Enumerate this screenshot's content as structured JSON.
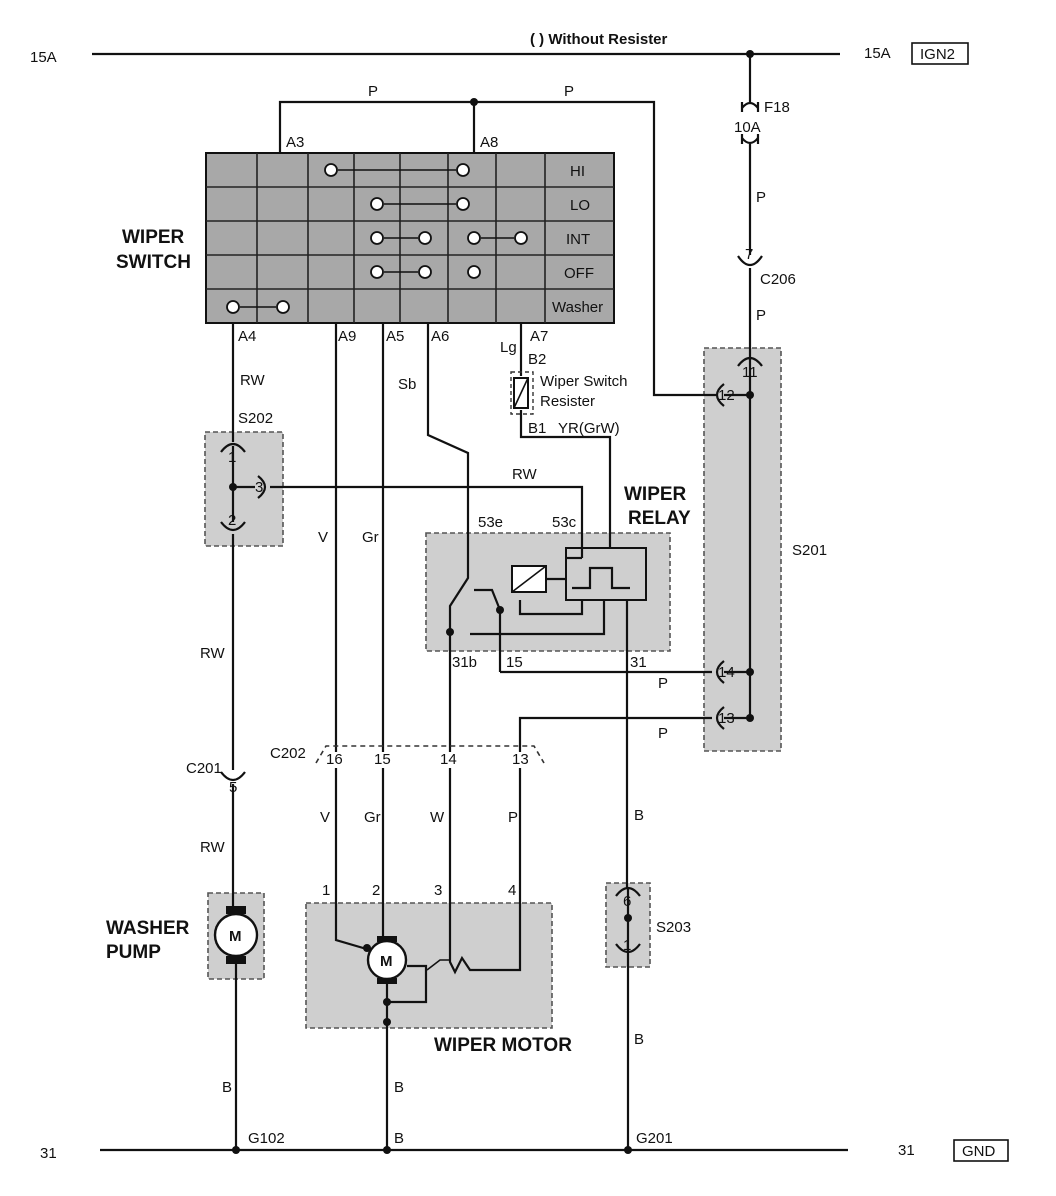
{
  "rails": {
    "top_left": "15A",
    "top_right": "15A",
    "top_badge": "IGN2",
    "top_note": "(   ) Without Resister",
    "bottom_left": "31",
    "bottom_right": "31",
    "bottom_badge": "GND"
  },
  "fuse": {
    "name": "F18",
    "rating": "10A"
  },
  "components": {
    "wiper_switch_l1": "WIPER",
    "wiper_switch_l2": "SWITCH",
    "wiper_relay_l1": "WIPER",
    "wiper_relay_l2": "RELAY",
    "washer_pump_l1": "WASHER",
    "washer_pump_l2": "PUMP",
    "wiper_motor": "WIPER MOTOR",
    "resistor_l1": "Wiper Switch",
    "resistor_l2": "Resister"
  },
  "switch_rows": [
    "HI",
    "LO",
    "INT",
    "OFF",
    "Washer"
  ],
  "switch_pins": {
    "a3": "A3",
    "a8": "A8",
    "a4": "A4",
    "a9": "A9",
    "a5": "A5",
    "a6": "A6",
    "a7": "A7"
  },
  "connectors": {
    "c206": "C206",
    "c206_pin": "7",
    "s202": "S202",
    "s202_p1": "1",
    "s202_p2": "2",
    "s202_p3": "3",
    "s201": "S201",
    "s201_p11": "11",
    "s201_p12": "12",
    "s201_p14": "14",
    "s201_p13": "13",
    "c202": "C202",
    "c202_p16": "16",
    "c202_p15": "15",
    "c202_p14": "14",
    "c202_p13": "13",
    "c201": "C201",
    "c201_p5": "5",
    "s203": "S203",
    "s203_p6": "6",
    "s203_p1": "1",
    "b2": "B2",
    "b1": "B1",
    "r53e": "53e",
    "r53c": "53c",
    "r31b": "31b",
    "r15": "15",
    "r31": "31",
    "m1": "1",
    "m2": "2",
    "m3": "3",
    "m4": "4",
    "g102": "G102",
    "g201": "G201"
  },
  "wire_colors": {
    "p_top1": "P",
    "p_top2": "P",
    "p_fuse": "P",
    "p_c206": "P",
    "rw_a4": "RW",
    "rw_relay": "RW",
    "rw_mid": "RW",
    "rw_low": "RW",
    "v_top": "V",
    "gr_top": "Gr",
    "sb": "Sb",
    "lg": "Lg",
    "yr": "YR(GrW)",
    "p_14": "P",
    "p_13": "P",
    "v_low": "V",
    "gr_low": "Gr",
    "w_low": "W",
    "p_low": "P",
    "b_relay": "B",
    "b_s203": "B",
    "b_pump": "B",
    "b_motor": "B",
    "b_ground": "B"
  },
  "symbols": {
    "motor_pump": "M",
    "motor_wiper": "M"
  }
}
